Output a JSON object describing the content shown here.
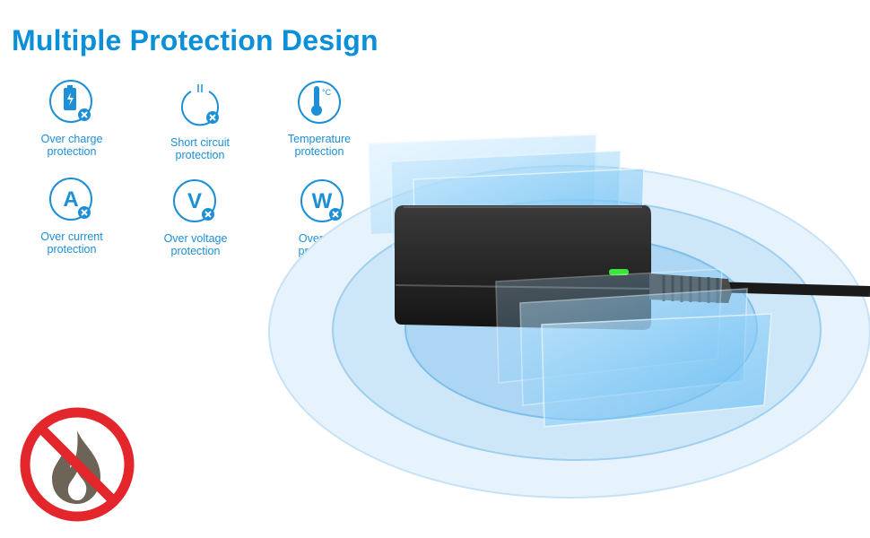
{
  "title": "Multiple Protection Design",
  "features": [
    {
      "label_line1": "Over charge",
      "label_line2": "protection",
      "icon": "battery-icon"
    },
    {
      "label_line1": "Short circuit",
      "label_line2": "protection",
      "icon": "power-icon"
    },
    {
      "label_line1": "Temperature",
      "label_line2": "protection",
      "icon": "thermometer-icon",
      "symbol": "°C"
    },
    {
      "label_line1": "Over current",
      "label_line2": "protection",
      "icon": "current-icon",
      "symbol": "A"
    },
    {
      "label_line1": "Over voltage",
      "label_line2": "protection",
      "icon": "voltage-icon",
      "symbol": "V"
    },
    {
      "label_line1": "Over load",
      "label_line2": "protection",
      "icon": "load-icon",
      "symbol": "W"
    }
  ],
  "colors": {
    "accent": "#1c8fd6",
    "title": "#0b8fd8",
    "led": "#39e639",
    "prohibit": "#e3262b",
    "flame": "#6d6357"
  },
  "illustrations": [
    "power-adapter",
    "no-fire-sign"
  ]
}
